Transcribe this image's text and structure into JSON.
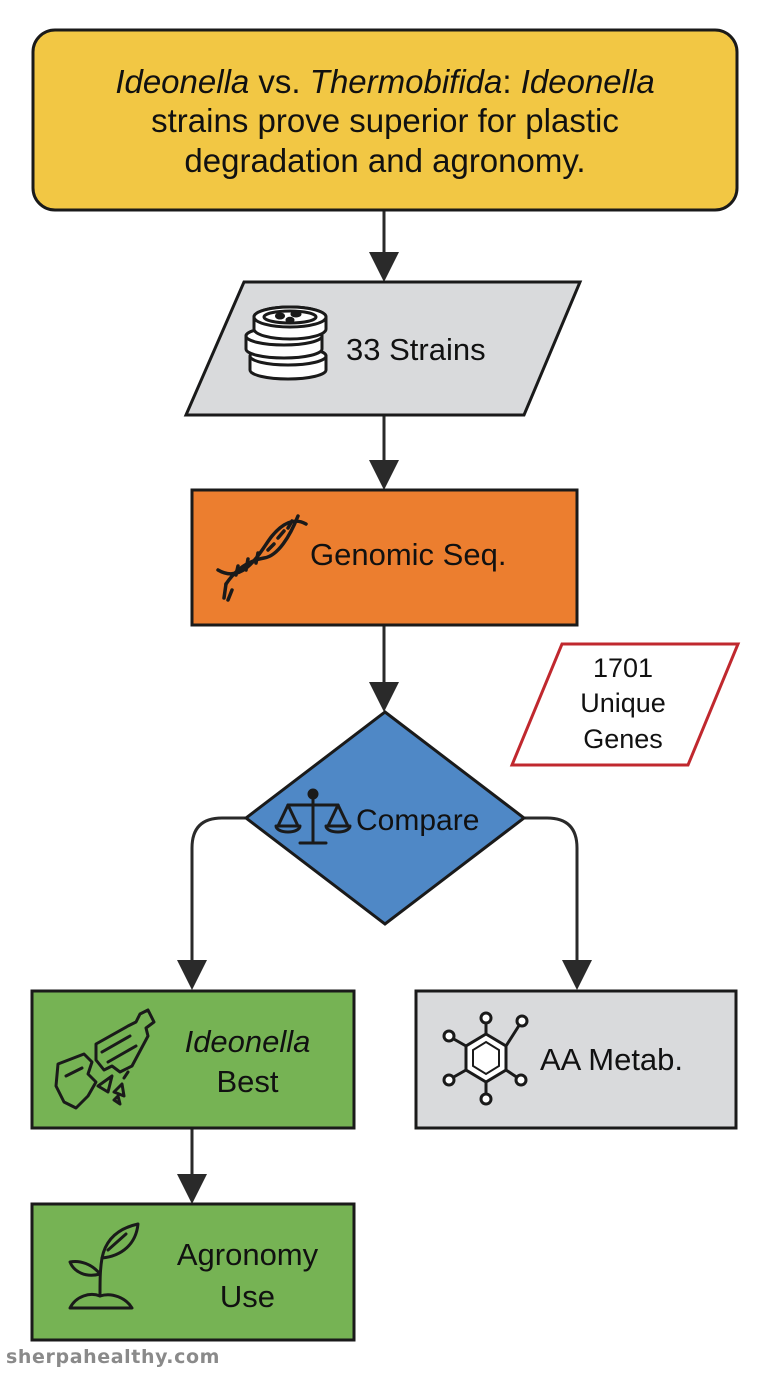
{
  "title": {
    "italic_1": "Ideonella",
    "plain_1": " vs. ",
    "italic_2": "Thermobifida",
    "plain_2": ": ",
    "italic_3": "Ideonella",
    "line_2": "strains prove superior for plastic",
    "line_3": "degradation and agronomy."
  },
  "nodes": {
    "strains": {
      "label": "33 Strains",
      "icon": "petri-dish-stack-icon"
    },
    "sequencing": {
      "label": "Genomic Seq.",
      "icon": "dna-helix-icon"
    },
    "unique_genes": {
      "line_1": "1701",
      "line_2": "Unique",
      "line_3": "Genes"
    },
    "compare": {
      "label": "Compare",
      "icon": "balance-scale-icon"
    },
    "ideonella_best": {
      "line_1": "Ideonella",
      "line_2": "Best",
      "icon": "broken-plastic-bottle-icon"
    },
    "aa_metab": {
      "label": "AA Metab.",
      "icon": "molecule-icon"
    },
    "agronomy_use": {
      "line_1": "Agronomy",
      "line_2": "Use",
      "icon": "sprout-icon"
    }
  },
  "colors": {
    "title_fill": "#f2c744",
    "strains_fill": "#d9dadc",
    "sequencing_fill": "#ec7e2f",
    "genes_border": "#c0282e",
    "compare_fill": "#4f88c6",
    "green_fill": "#76b354",
    "gray_fill": "#d9dadc",
    "stroke": "#1a1a1a"
  },
  "watermark": "sherpahealthy.com"
}
